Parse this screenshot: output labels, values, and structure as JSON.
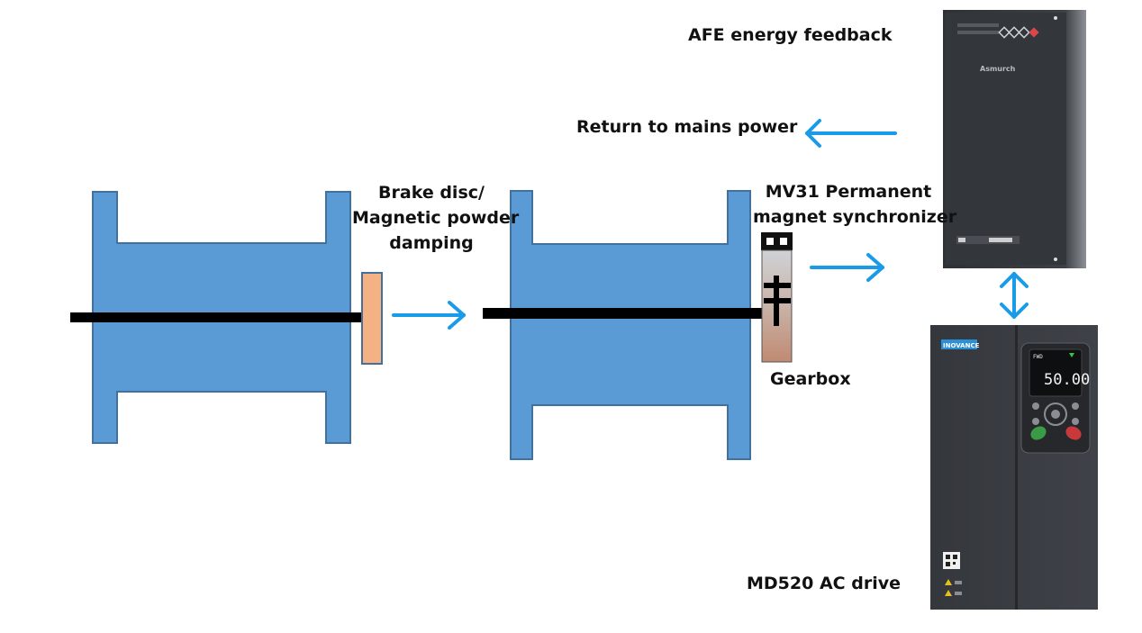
{
  "labels": {
    "afe": "AFE energy feedback",
    "return_mains": "Return to mains power",
    "brake_line1": "Brake disc/",
    "brake_line2": "Magnetic powder",
    "brake_line3": "damping",
    "mv31_line1": "MV31 Permanent",
    "mv31_line2": "magnet synchronizer",
    "gearbox": "Gearbox",
    "md520": "MD520 AC drive"
  },
  "devices": {
    "afe_brand": "Asmurch",
    "md520_brand": "INOVANCE",
    "md520_display": "50.00",
    "md520_mode": "FWD"
  },
  "colors": {
    "reel_fill": "#5b9bd5",
    "reel_stroke": "#41719c",
    "shaft": "#000000",
    "arrow": "#1a9be8",
    "brake_pad": "#f4b183",
    "gearbox_top": "#c8ccd0",
    "gearbox_bottom": "#c8907a",
    "drive_body": "#3a3d42"
  }
}
